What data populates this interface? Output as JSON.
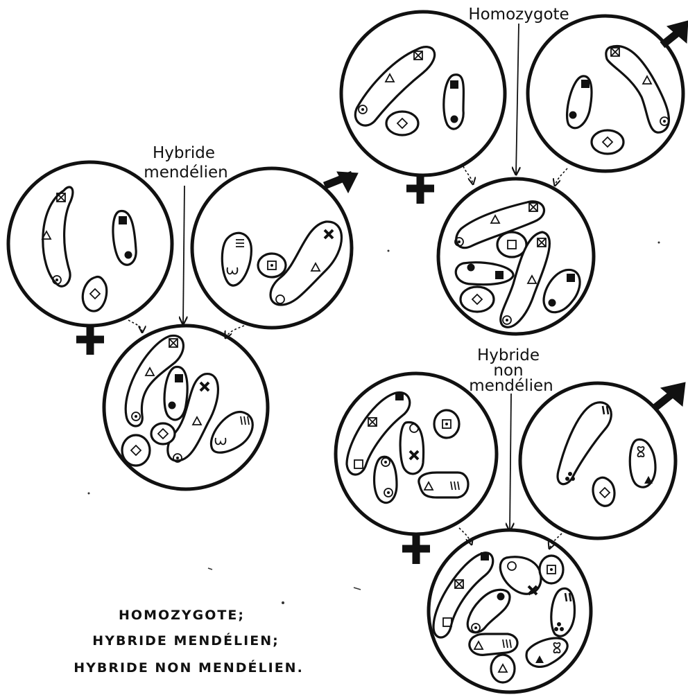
{
  "labels": {
    "homozygote": "Homozygote",
    "hybride_mendelien_line1": "Hybride",
    "hybride_mendelien_line2": "mendélien",
    "hybride_non_line1": "Hybride",
    "hybride_non_line2": "non",
    "hybride_non_line3": "mendélien"
  },
  "caption": {
    "line1": "HOMOZYGOTE;",
    "line2": "HYBRIDE MENDÉLIEN;",
    "line3": "HYBRIDE NON MENDÉLIEN."
  }
}
